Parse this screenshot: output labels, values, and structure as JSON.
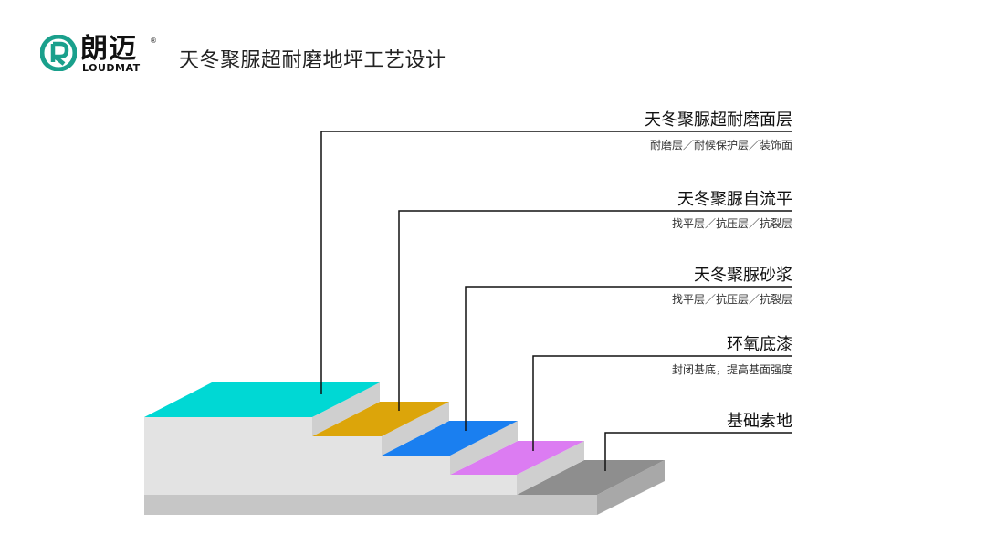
{
  "brand": {
    "name_cn": "朗迈",
    "name_en": "LOUDMAT",
    "registered": "®",
    "brand_color": "#1aa08c"
  },
  "page_title": "天冬聚脲超耐磨地坪工艺设计",
  "layers": [
    {
      "title": "天冬聚脲超耐磨面层",
      "subtitle": "耐磨层／耐候保护层／装饰面",
      "color": "#00d8d4"
    },
    {
      "title": "天冬聚脲自流平",
      "subtitle": "找平层／抗压层／抗裂层",
      "color": "#dca50a"
    },
    {
      "title": "天冬聚脲砂浆",
      "subtitle": "找平层／抗压层／抗裂层",
      "color": "#1a7ff0"
    },
    {
      "title": "环氧底漆",
      "subtitle": "封闭基底，提高基面强度",
      "color": "#dc7cf2"
    },
    {
      "title": "基础素地",
      "subtitle": "",
      "color": "#8e8e8e"
    }
  ]
}
